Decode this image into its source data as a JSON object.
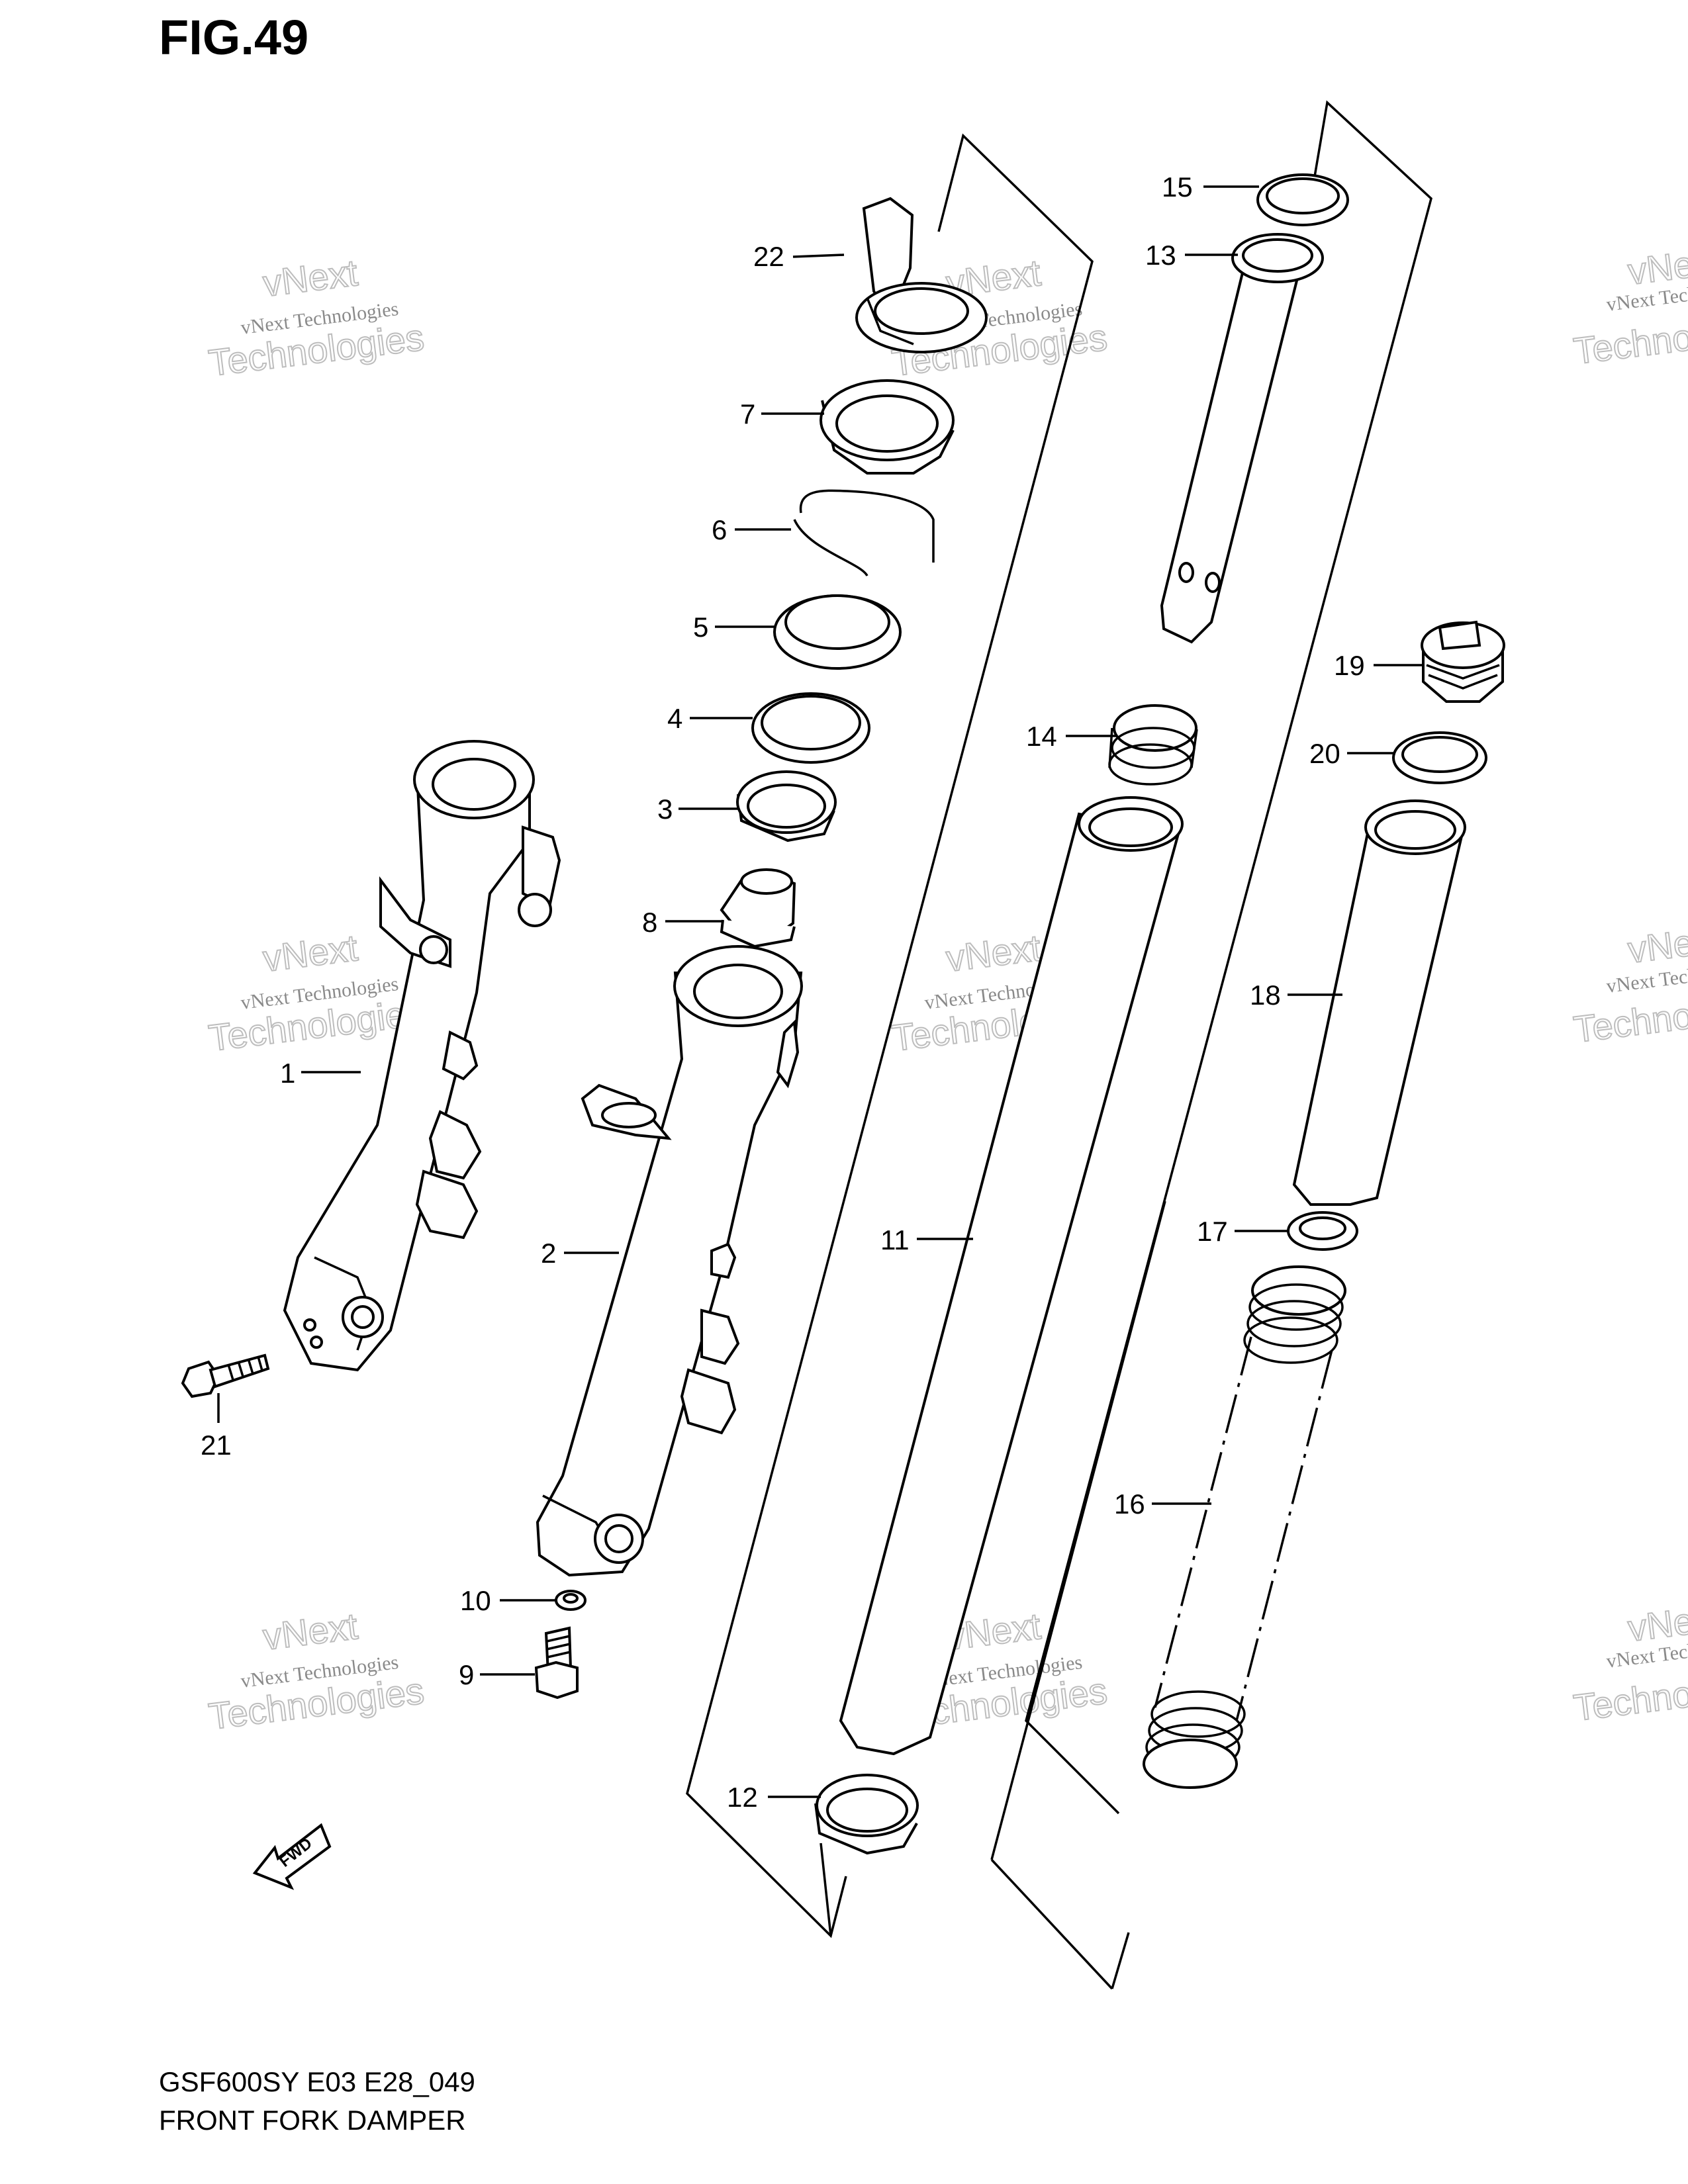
{
  "figure": {
    "title": "FIG.49"
  },
  "caption": {
    "code": "GSF600SY E03 E28_049",
    "title": "FRONT FORK DAMPER"
  },
  "watermark": {
    "line1": "vNext Technologies",
    "line2": "vNext",
    "line3": "Technologies"
  },
  "fwd_marker": {
    "label": "FWD",
    "icon": "fwd-arrow-icon"
  },
  "callouts": [
    {
      "id": "c1",
      "label": "1"
    },
    {
      "id": "c2",
      "label": "2"
    },
    {
      "id": "c3",
      "label": "3"
    },
    {
      "id": "c4",
      "label": "4"
    },
    {
      "id": "c5",
      "label": "5"
    },
    {
      "id": "c6",
      "label": "6"
    },
    {
      "id": "c7",
      "label": "7"
    },
    {
      "id": "c8",
      "label": "8"
    },
    {
      "id": "c9",
      "label": "9"
    },
    {
      "id": "c10",
      "label": "10"
    },
    {
      "id": "c11",
      "label": "11"
    },
    {
      "id": "c12",
      "label": "12"
    },
    {
      "id": "c13",
      "label": "13"
    },
    {
      "id": "c14",
      "label": "14"
    },
    {
      "id": "c15",
      "label": "15"
    },
    {
      "id": "c16",
      "label": "16"
    },
    {
      "id": "c17",
      "label": "17"
    },
    {
      "id": "c18",
      "label": "18"
    },
    {
      "id": "c19",
      "label": "19"
    },
    {
      "id": "c20",
      "label": "20"
    },
    {
      "id": "c21",
      "label": "21"
    },
    {
      "id": "c22",
      "label": "22"
    }
  ]
}
